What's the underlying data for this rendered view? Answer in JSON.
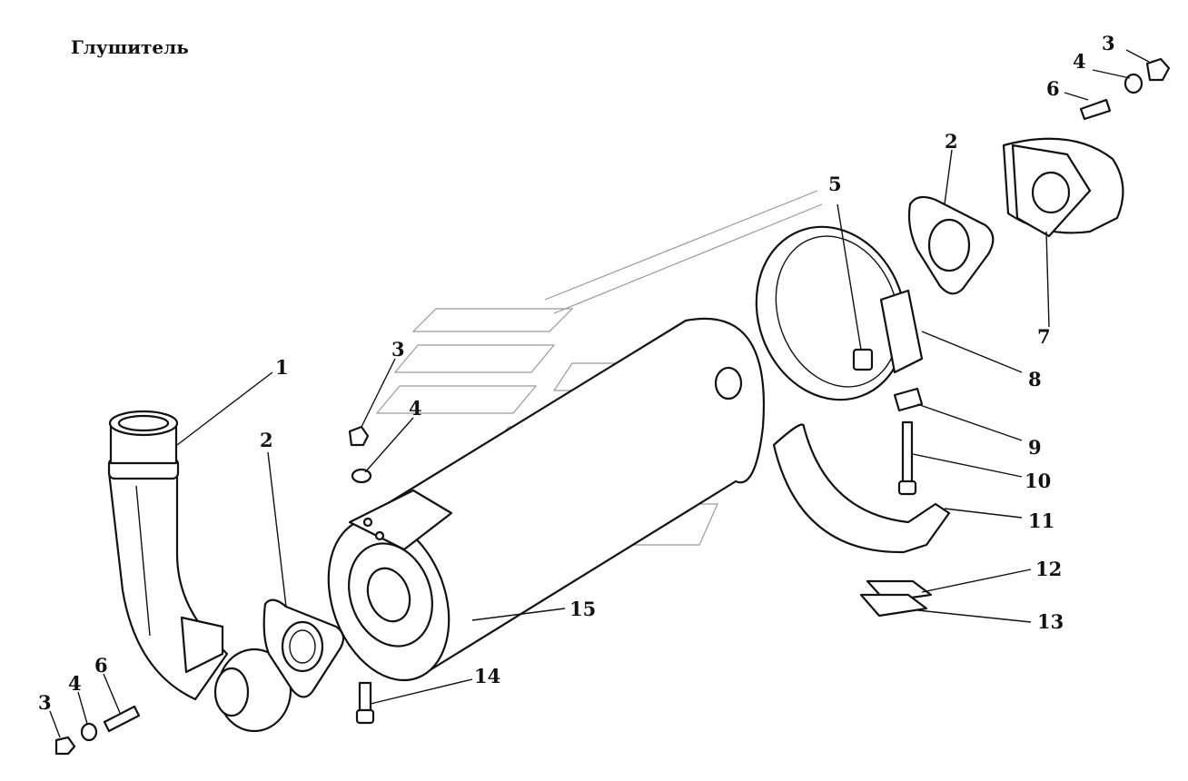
{
  "title": "Глушитель",
  "callouts": [
    "1",
    "2",
    "2",
    "3",
    "3",
    "3",
    "4",
    "4",
    "4",
    "5",
    "6",
    "6",
    "7",
    "8",
    "9",
    "10",
    "11",
    "12",
    "13",
    "14",
    "15"
  ]
}
